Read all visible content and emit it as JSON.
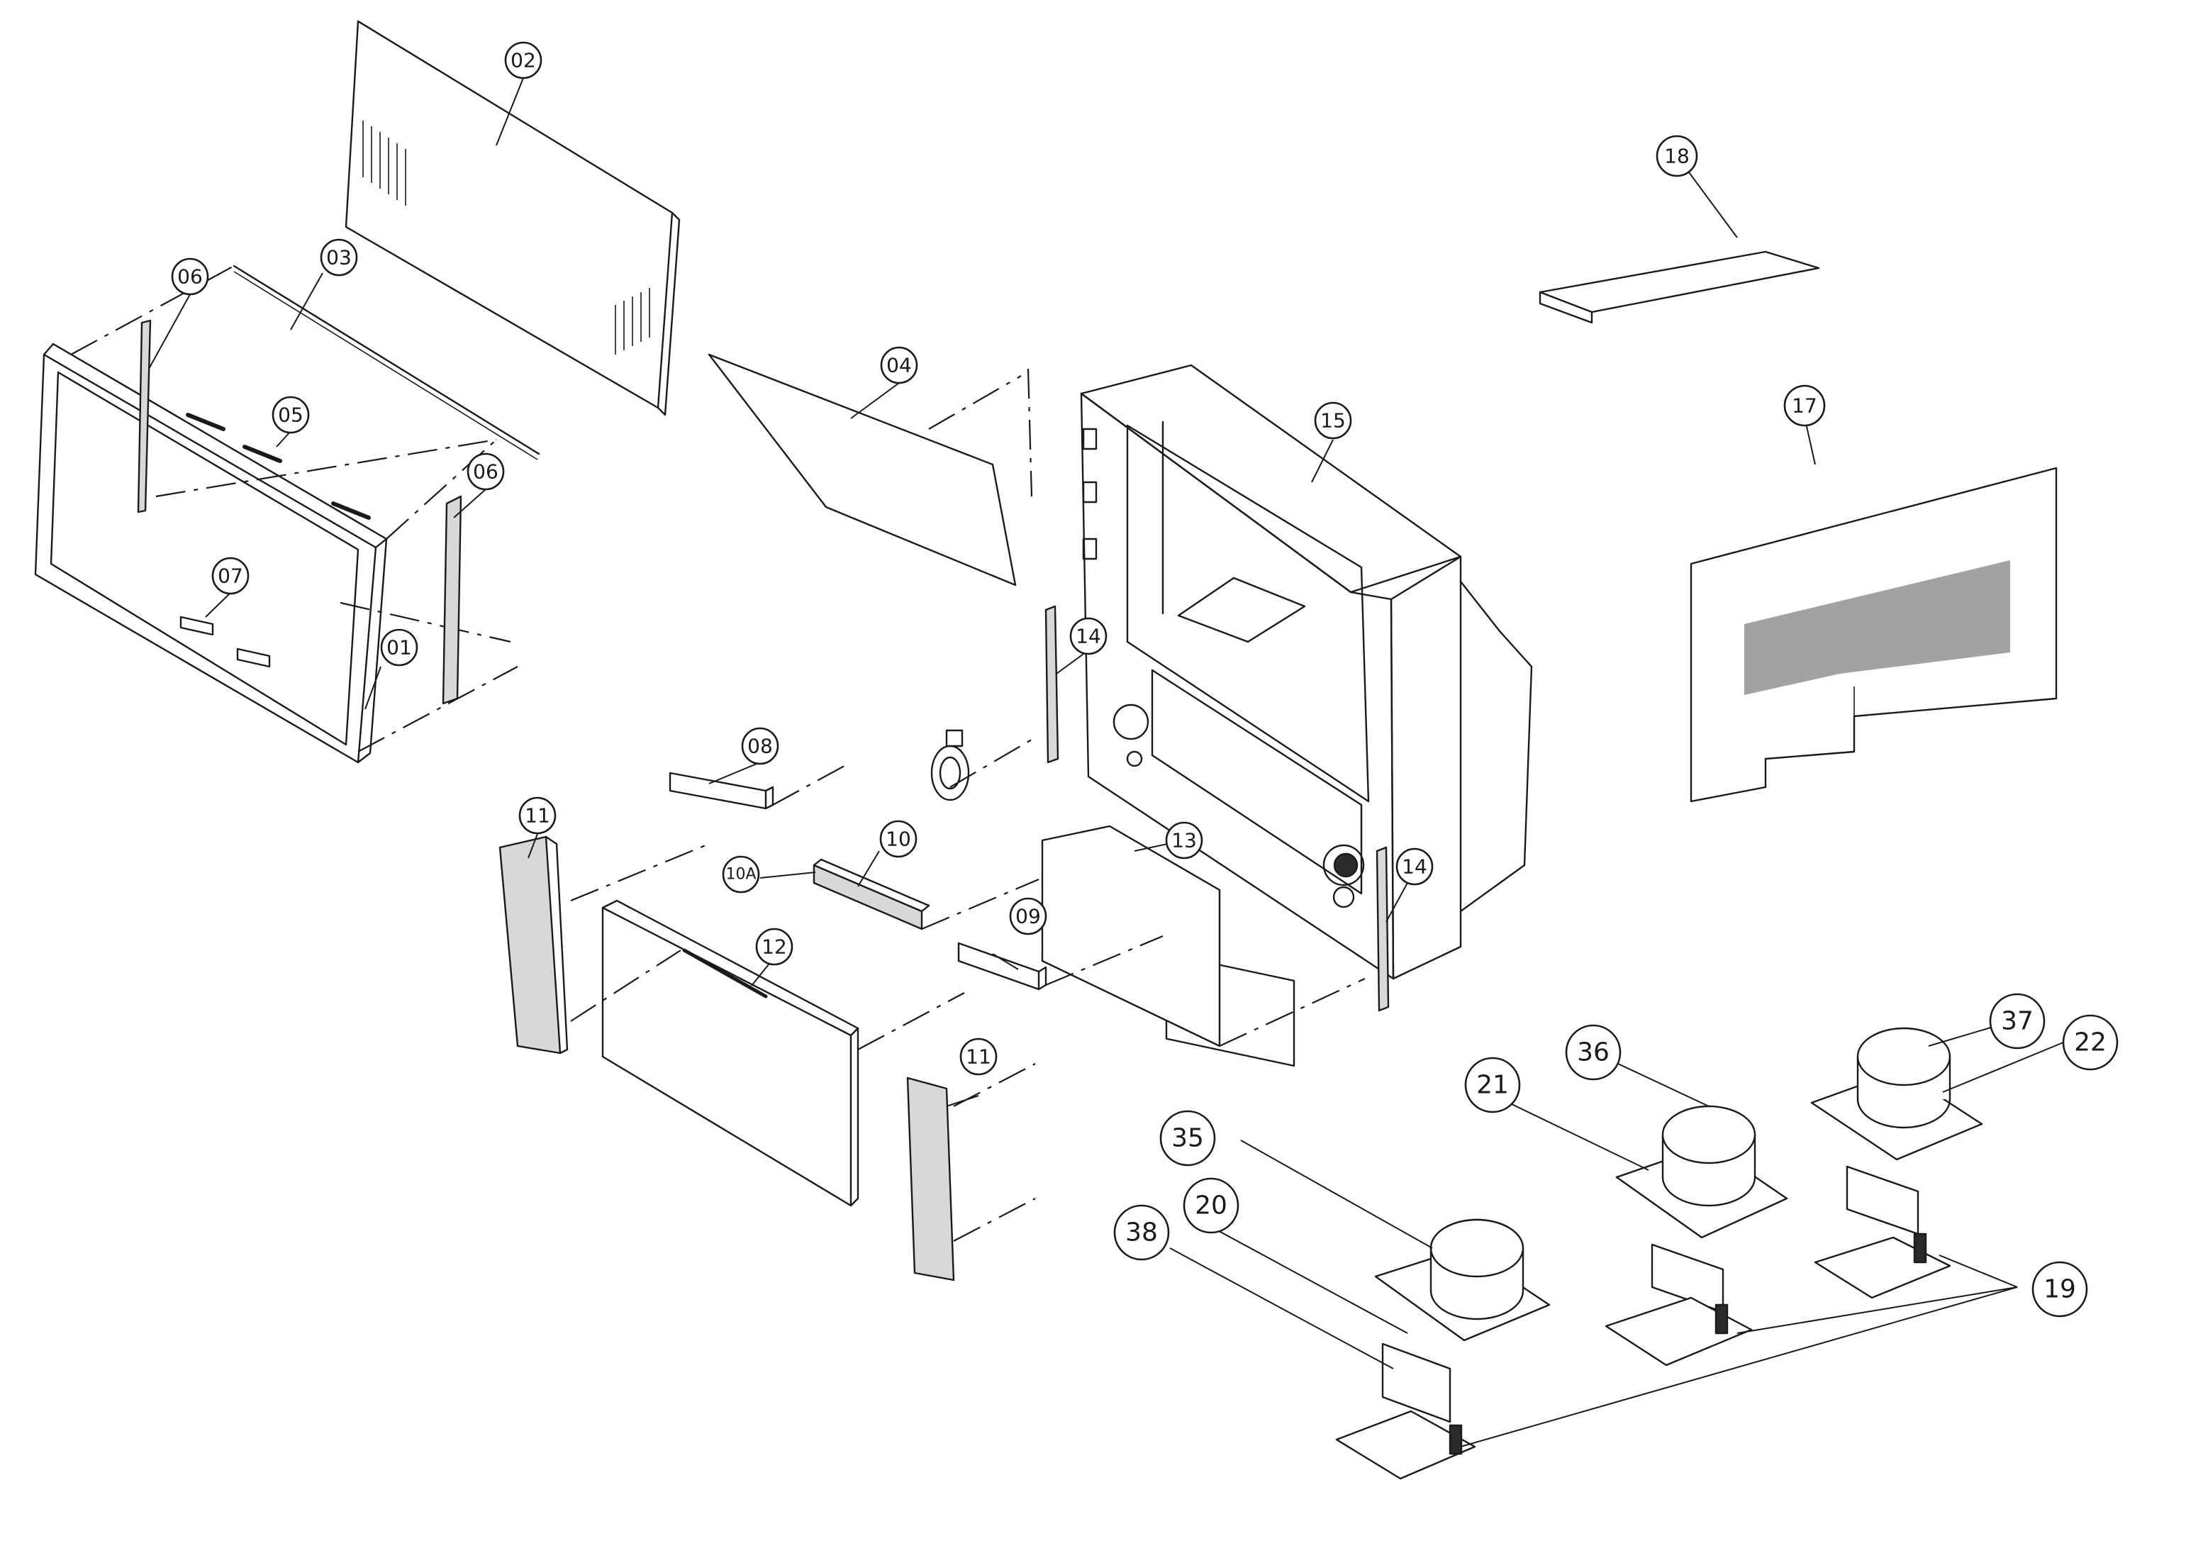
{
  "drawing": {
    "type": "exploded-view parts diagram",
    "line_color": "#1a1a1a",
    "background": "#ffffff"
  },
  "callouts": {
    "c01": "01",
    "c02": "02",
    "c03": "03",
    "c04": "04",
    "c05": "05",
    "c06a": "06",
    "c06b": "06",
    "c07": "07",
    "c08": "08",
    "c09": "09",
    "c10": "10",
    "c10a": "10A",
    "c11a": "11",
    "c11b": "11",
    "c12": "12",
    "c13": "13",
    "c14a": "14",
    "c14b": "14",
    "c15": "15",
    "c17": "17",
    "c18": "18",
    "c19": "19",
    "c20": "20",
    "c21": "21",
    "c22": "22",
    "c35": "35",
    "c36": "36",
    "c37": "37",
    "c38": "38"
  }
}
